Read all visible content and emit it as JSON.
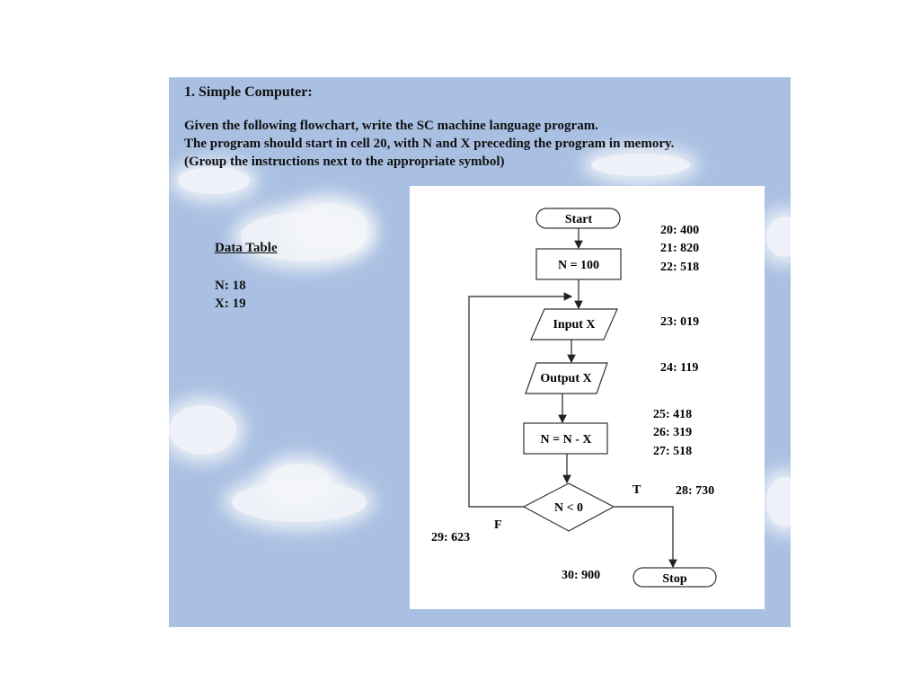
{
  "heading": "1. Simple Computer:",
  "instructions": [
    "Given the following flowchart, write the SC machine language program.",
    "The program should start in cell 20, with N and X preceding the program in memory.",
    "(Group the instructions next to the appropriate symbol)"
  ],
  "data_table": {
    "title": "Data Table",
    "entries": [
      "N: 18",
      "X: 19"
    ]
  },
  "flowchart": {
    "start": "Start",
    "init": "N = 100",
    "input": "Input X",
    "output": "Output X",
    "subtract": "N = N - X",
    "decision": "N < 0",
    "true_label": "T",
    "false_label": "F",
    "stop": "Stop"
  },
  "program": {
    "c20": "20: 400",
    "c21": "21: 820",
    "c22": "22: 518",
    "c23": "23: 019",
    "c24": "24: 119",
    "c25": "25: 418",
    "c26": "26: 319",
    "c27": "27: 518",
    "c28": "28: 730",
    "c29": "29: 623",
    "c30": "30: 900"
  },
  "colors": {
    "sky": "#a9c0e2",
    "cloud": "#f4f6f9",
    "panel": "#ffffff"
  }
}
